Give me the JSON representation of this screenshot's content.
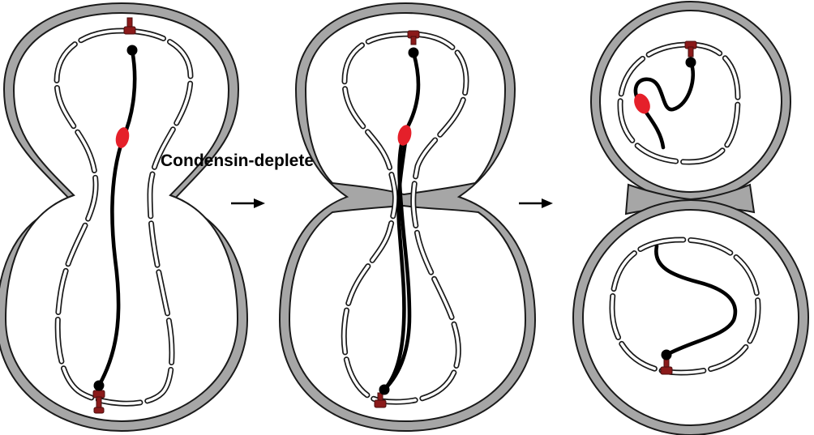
{
  "figure": {
    "label": "Condensin-depleted",
    "colors": {
      "cell_wall": "#a6a6a6",
      "outline": "#1a1a1a",
      "chromosome": "#000000",
      "spindle_pole_body": "#8b1a1a",
      "condensin_marker": "#e5202a",
      "background": "#ffffff"
    },
    "stages": [
      {
        "name": "stage-1",
        "state": "anaphase, chromosome spanning both lobes"
      },
      {
        "name": "stage-2",
        "state": "cytokinesis, chromosome trapped at septum"
      },
      {
        "name": "stage-3",
        "state": "separated daughter cells"
      }
    ],
    "arrows": [
      "arrow",
      "arrow"
    ]
  }
}
